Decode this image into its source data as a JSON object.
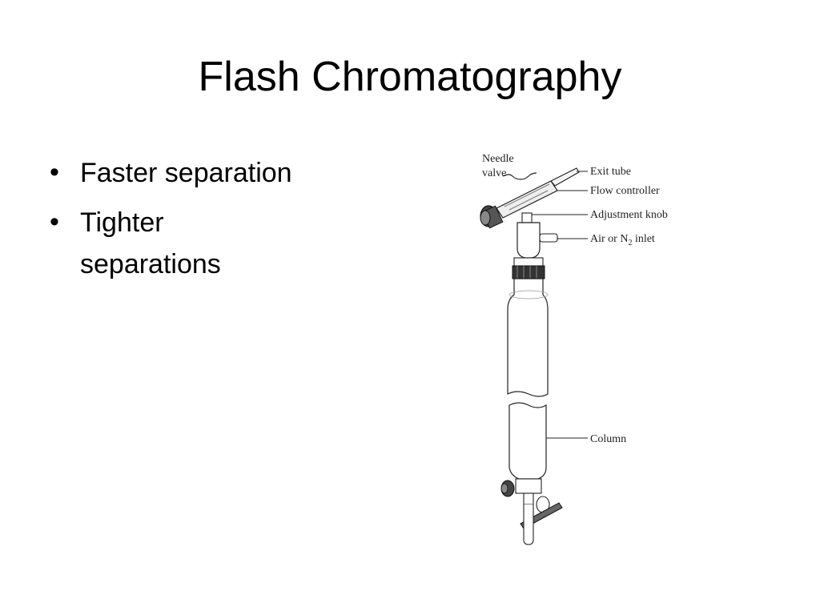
{
  "slide": {
    "title": "Flash Chromatography",
    "bullets": [
      "Faster separation",
      "Tighter separations"
    ]
  },
  "diagram": {
    "labels": {
      "needle_valve_line1": "Needle",
      "needle_valve_line2": "valve",
      "exit_tube": "Exit tube",
      "flow_controller": "Flow controller",
      "adjustment_knob": "Adjustment knob",
      "air_inlet_prefix": "Air or N",
      "air_inlet_sub": "2",
      "air_inlet_suffix": " inlet",
      "column": "Column"
    }
  }
}
